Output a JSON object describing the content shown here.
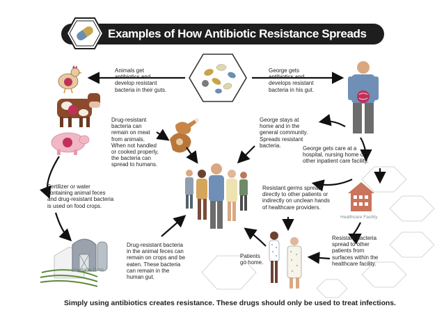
{
  "title": "Examples of How Antibiotic Resistance Spreads",
  "labels": {
    "animals": "Animals get\nantibiotics and\ndevelop resistant\nbacteria in their guts.",
    "george_gets": "George gets\nantibiotics and\ndevelops resistant\nbacteria in his gut.",
    "drug_resistant_meat": "Drug-resistant\nbacteria can\nremain on meat\nfrom animals.\nWhen not handled\nor cooked properly,\nthe bacteria can\nspread to humans.",
    "george_stays": "George stays at\nhome and in the\ngeneral community.\nSpreads resistant\nbacteria.",
    "george_care": "George gets care at a\nhospital, nursing home or\nother inpatient care facility.",
    "fertilizer": "Fertilizer or water\ncontaining animal feces\nand drug-resistant bacteria\nis used on food crops.",
    "resistant_germs": "Resistant germs spread\ndirectly to other patients or\nindirectly on unclean hands\nof healthcare providers.",
    "healthcare_facility": "Healthcare Facility",
    "vegetable_farm": "Vegetable Farm",
    "feces_crops": "Drug-resistant bacteria\nin the animal feces can\nremain on crops and be\neaten. These bacteria\ncan remain in the\nhuman gut.",
    "patients_home": "Patients\ngo home.",
    "surfaces": "Resistant bacteria\nspread to other\npatients from\nsurfaces within the\nhealthcare facility."
  },
  "footer": "Simply using antibiotics creates resistance.  These drugs should only be used to treat infections.",
  "colors": {
    "banner": "#1e1e1e",
    "bacteria": "#c0305a",
    "pig": "#f2b7c4",
    "cow": "#8a4a2b",
    "building": "#c9745c",
    "pill_tan": "#c8a44a",
    "pill_blue": "#6a8fb0",
    "skin": "#d9a882",
    "shirt_blue": "#6f8fb6",
    "pants_gray": "#6c6c6c",
    "arrow": "#111111",
    "hex_outline": "#d5d5d5"
  },
  "icons": [
    "pill-capsule-icon",
    "chicken-icon",
    "cow-icon",
    "pig-icon",
    "meat-icon",
    "george-figure-icon",
    "crowd-icon",
    "healthcare-building-icon",
    "vegetable-farm-icon",
    "patients-icon",
    "pills-hexagon-icon",
    "bacteria-icon"
  ]
}
